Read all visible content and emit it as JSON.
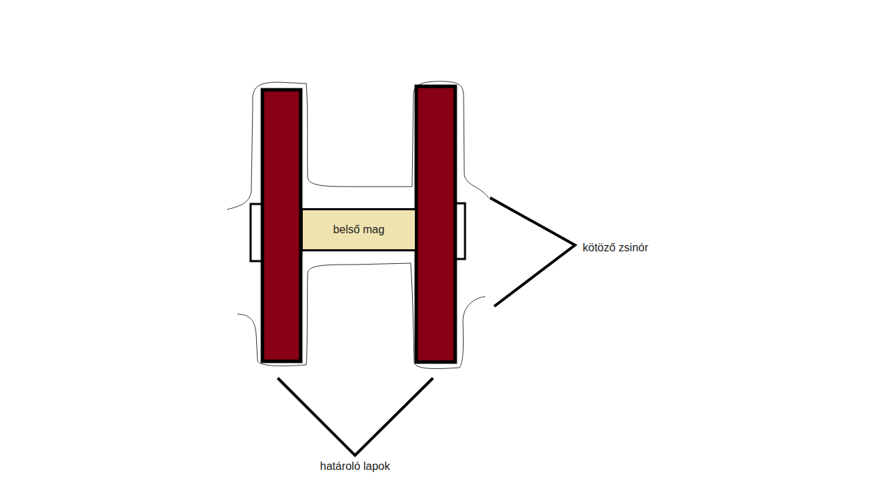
{
  "diagram": {
    "nodes": [
      {
        "text": [
          "belső mag"
        ]
      }
    ],
    "labels": [
      "kötöző zsinór",
      "határoló lapok"
    ]
  }
}
